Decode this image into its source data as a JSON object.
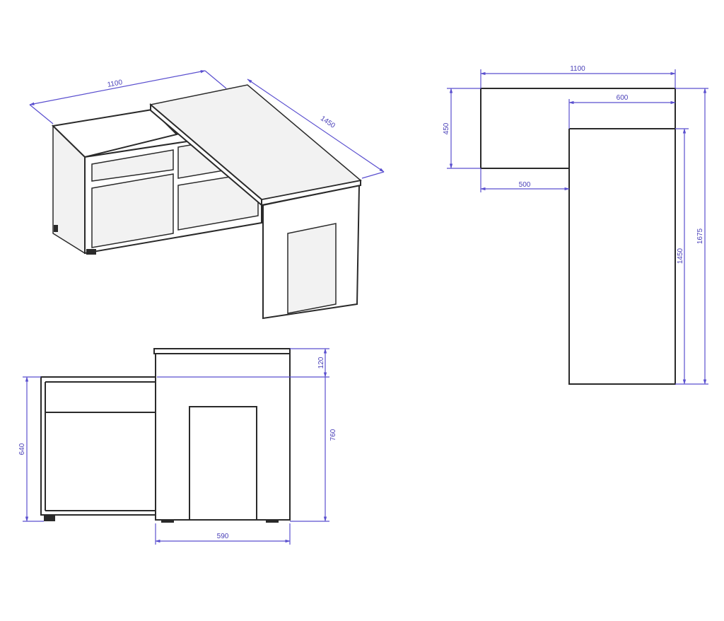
{
  "colors": {
    "dimension": "#5a4fcf",
    "outline": "#2a2a2a"
  },
  "iso_view": {
    "width": "1100",
    "depth": "1450"
  },
  "top_view": {
    "width": "1100",
    "inner_width": "600",
    "side_depth": "450",
    "offset": "500",
    "desk_length": "1450",
    "total_length": "1675"
  },
  "front_view": {
    "top_height": "120",
    "total_height": "760",
    "cabinet_height": "640",
    "desk_width": "590"
  }
}
